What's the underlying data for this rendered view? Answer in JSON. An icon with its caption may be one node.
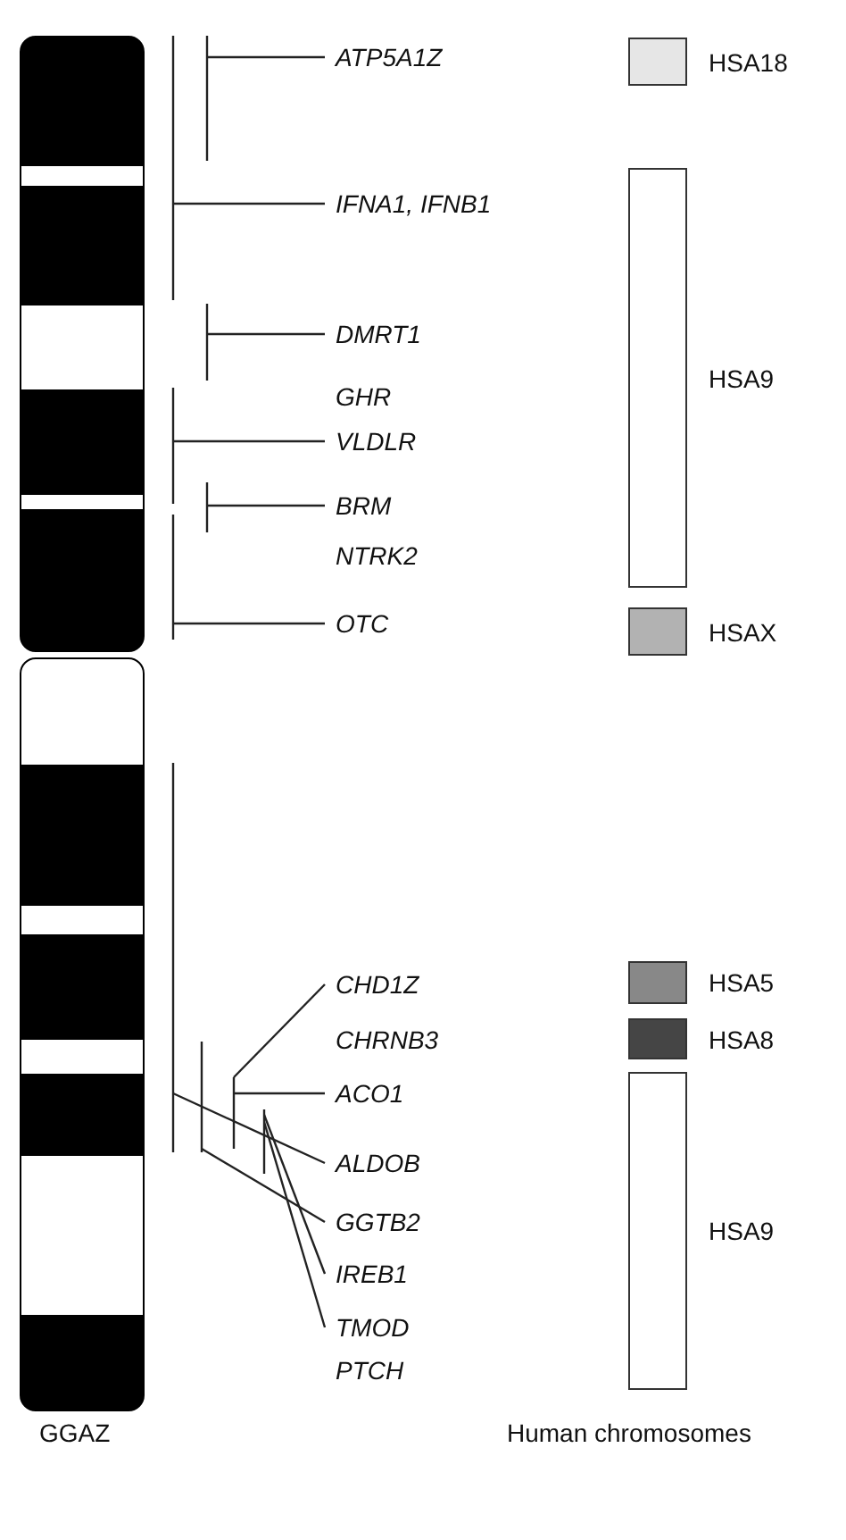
{
  "diagram": {
    "nodes": [
      {
        "text": [],
        "shape": "bar"
      },
      {
        "text": [],
        "shape": "bar",
        "beside": [
          "GGAZ"
        ]
      },
      {
        "text": [
          "ATP5A1Z"
        ]
      },
      {
        "text": [
          "IFNA1, IFNB1"
        ]
      },
      {
        "text": [
          "DMRT1"
        ]
      },
      {
        "text": [
          "VLDLR"
        ]
      },
      {
        "text": [
          "BRM"
        ]
      },
      {
        "text": [
          "OTC"
        ]
      },
      {
        "text": [
          "CHD1Z"
        ]
      },
      {
        "text": [
          "ACO1"
        ]
      },
      {
        "text": [
          "ALDOB"
        ]
      },
      {
        "text": [
          "GGTB2"
        ]
      },
      {
        "text": [
          "IREB1"
        ]
      },
      {
        "text": [
          "TMOD"
        ]
      },
      {
        "text": [],
        "shape": "box",
        "beside": [
          "HSA18"
        ]
      },
      {
        "text": [],
        "shape": "box",
        "beside": [
          "HSA9"
        ]
      },
      {
        "text": [],
        "shape": "box",
        "beside": [
          "HSAX"
        ]
      },
      {
        "text": [],
        "shape": "box",
        "beside": [
          "HSA5"
        ]
      },
      {
        "text": [],
        "shape": "box",
        "beside": [
          "HSA8"
        ]
      },
      {
        "text": [],
        "shape": "box",
        "beside": [
          "HSA9"
        ]
      }
    ],
    "edges": [
      {
        "from": null,
        "to": 2,
        "arrow": "none"
      },
      {
        "from": null,
        "to": 3,
        "arrow": "none"
      },
      {
        "from": null,
        "to": 4,
        "arrow": "none"
      },
      {
        "from": null,
        "to": 5,
        "arrow": "none"
      },
      {
        "from": null,
        "to": 6,
        "arrow": "none"
      },
      {
        "from": null,
        "to": 7,
        "arrow": "none"
      },
      {
        "from": null,
        "to": 8,
        "arrow": "none"
      },
      {
        "from": null,
        "to": 9,
        "arrow": "none"
      },
      {
        "from": null,
        "to": 10,
        "arrow": "none"
      },
      {
        "from": null,
        "to": 11,
        "arrow": "none"
      },
      {
        "from": null,
        "to": 12,
        "arrow": "none"
      },
      {
        "from": null,
        "to": 13,
        "arrow": "none"
      }
    ],
    "labels": [
      "GHR",
      "NTRK2",
      "CHRNB3",
      "PTCH",
      "Human chromosomes"
    ]
  }
}
